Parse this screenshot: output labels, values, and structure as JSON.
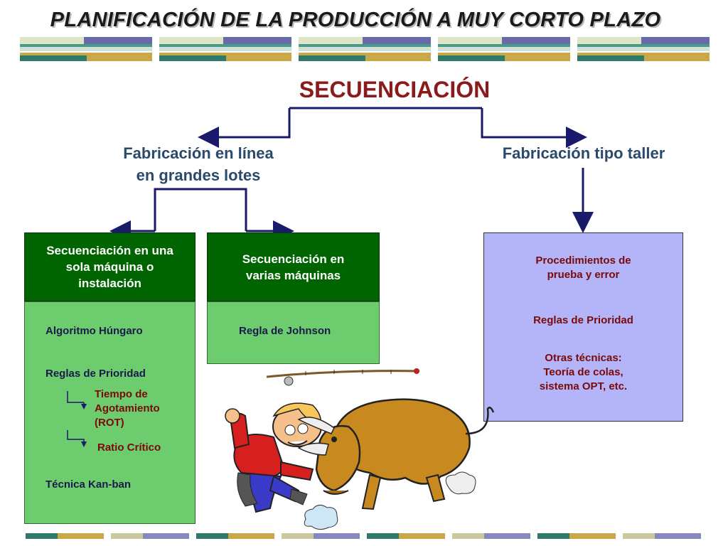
{
  "title": "PLANIFICACIÓN DE LA PRODUCCIÓN A MUY CORTO PLAZO",
  "heading": "SECUENCIACIÓN",
  "branches": {
    "left_line1": "Fabricación en línea",
    "left_line2": "en grandes lotes",
    "right": "Fabricación tipo taller"
  },
  "box1": {
    "header_line1": "Secuenciación en una",
    "header_line2": "sola máquina o",
    "header_line3": "instalación",
    "item1": "Algoritmo Húngaro",
    "item2": "Reglas de Prioridad",
    "sub1_line1": "Tiempo de",
    "sub1_line2": "Agotamiento",
    "sub1_line3": "(ROT)",
    "sub2": "Ratio Crítico",
    "item3": "Técnica Kan-ban"
  },
  "box2": {
    "header_line1": "Secuenciación en",
    "header_line2": "varias máquinas",
    "item1": "Regla de Johnson"
  },
  "box3": {
    "item1_line1": "Procedimientos de",
    "item1_line2": "prueba y error",
    "item2": "Reglas de Prioridad",
    "item3_line1": "Otras técnicas:",
    "item3_line2": "Teoría de colas,",
    "item3_line3": "sistema OPT, etc."
  },
  "colors": {
    "heading": "#8b1a1a",
    "branch_text": "#2a4a6b",
    "box_header": "#006400",
    "box_body": "#6dcc6d",
    "purple_box": "#b4b4f8",
    "connector": "#1a1a6b"
  },
  "illustration": "cartoon-bull-chasing-man"
}
